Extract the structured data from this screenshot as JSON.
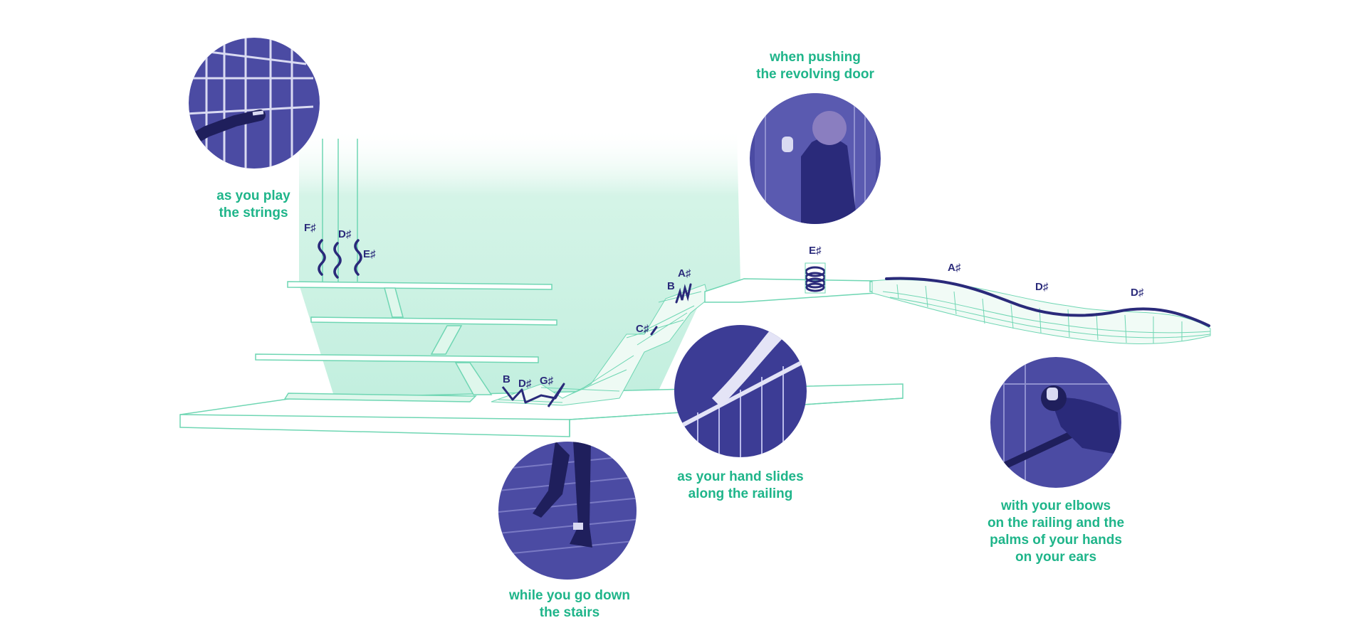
{
  "colors": {
    "accent_text": "#1fb58a",
    "outline": "#6fd6b3",
    "glow": "#bfeedd",
    "navy": "#2a2a7a",
    "photo_bg": "#4b4ba3"
  },
  "captions": {
    "strings": [
      "as you play",
      "the strings"
    ],
    "door": [
      "when pushing",
      "the revolving door"
    ],
    "stairs": [
      "while you go down",
      "the stairs"
    ],
    "railing": [
      "as your hand slides",
      "along the railing"
    ],
    "elbows": [
      "with your elbows",
      "on the railing and the",
      "palms of your hands",
      "on your ears"
    ]
  },
  "notes": {
    "strings": [
      "F♯",
      "D♯",
      "E♯"
    ],
    "stairs": [
      "B",
      "D♯",
      "G♯"
    ],
    "ramp": [
      "C♯",
      "B",
      "A♯"
    ],
    "door": "E♯",
    "wave": [
      "A♯",
      "D♯",
      "D♯"
    ]
  },
  "icons": {
    "strings_photo": "hand-pointing-at-strings-photo",
    "door_photo": "person-at-door-photo",
    "stairs_photo": "legs-walking-down-stairs-photo",
    "railing_photo": "hand-on-railing-photo",
    "elbows_photo": "person-leaning-on-railing-photo"
  }
}
